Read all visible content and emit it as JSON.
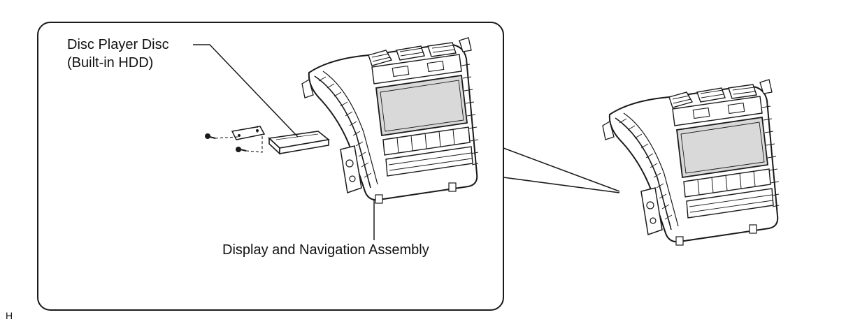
{
  "labels": {
    "disc_player_line1": "Disc Player Disc",
    "disc_player_line2": "(Built-in HDD)",
    "display_assembly": "Display and Navigation Assembly"
  },
  "figure_code": "H",
  "colors": {
    "line": "#1a1a1a",
    "background": "#ffffff",
    "screen_fill": "#d9d9d9"
  }
}
